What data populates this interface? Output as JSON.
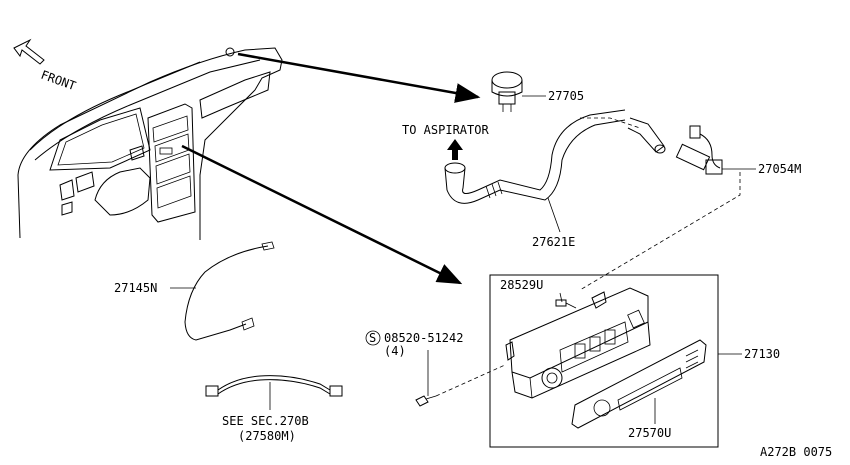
{
  "direction_label": "FRONT",
  "aspirator_note": "TO ASPIRATOR",
  "parts": {
    "sensor": "27705",
    "connector": "27054M",
    "hose": "27621E",
    "screw_small": "28529U",
    "bolt": "08520-51242",
    "bolt_qty": "(4)",
    "bolt_symbol": "S",
    "control_unit": "27130",
    "finisher": "27570U",
    "cable": "27145N"
  },
  "harness_note": "SEE SEC.270B",
  "harness_ref": "(27580M)",
  "drawing_code": "A272B 0075"
}
